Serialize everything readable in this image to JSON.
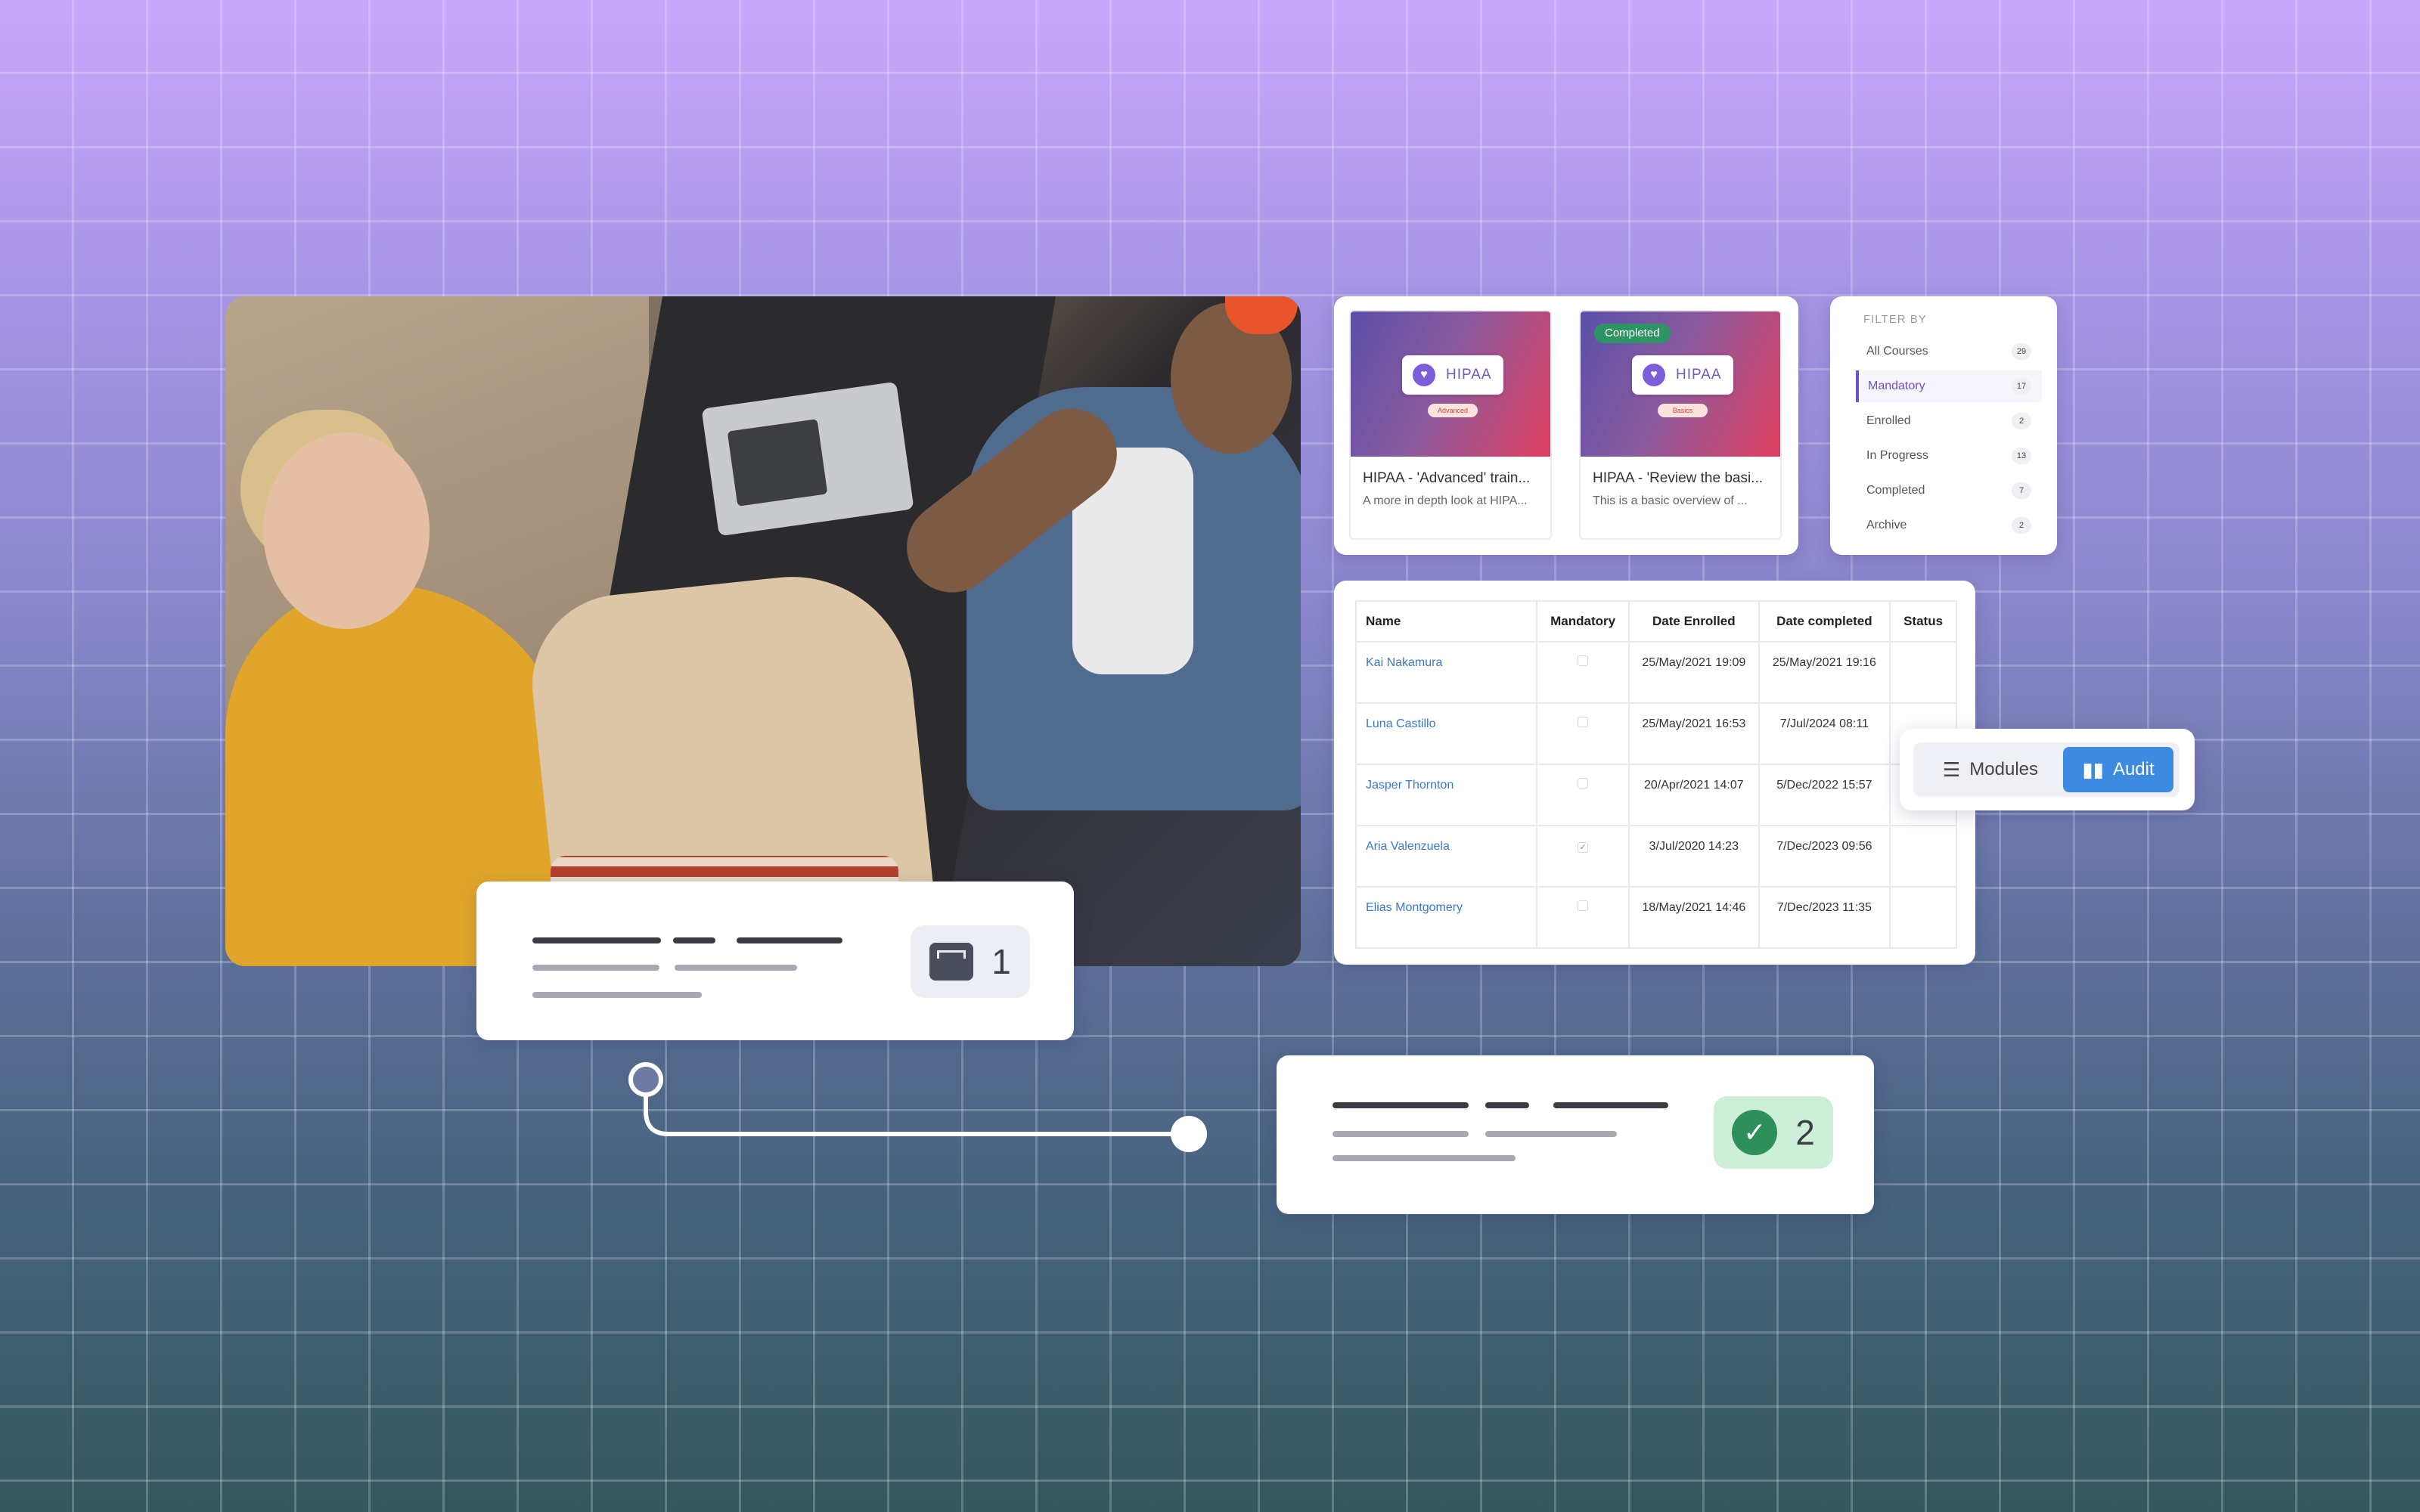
{
  "courses": [
    {
      "pill": "HIPAA",
      "level": "Advanced",
      "badge": "",
      "title": "HIPAA - 'Advanced' train...",
      "desc": "A more in depth look at HIPA..."
    },
    {
      "pill": "HIPAA",
      "level": "Basics",
      "badge": "Completed",
      "title": "HIPAA - 'Review the basi...",
      "desc": "This is a basic overview of ..."
    }
  ],
  "filter": {
    "heading": "FILTER BY",
    "items": [
      {
        "label": "All Courses",
        "count": "29"
      },
      {
        "label": "Mandatory",
        "count": "17"
      },
      {
        "label": "Enrolled",
        "count": "2"
      },
      {
        "label": "In Progress",
        "count": "13"
      },
      {
        "label": "Completed",
        "count": "7"
      },
      {
        "label": "Archive",
        "count": "2"
      }
    ]
  },
  "table": {
    "headers": {
      "name": "Name",
      "mandatory": "Mandatory",
      "enrolled": "Date Enrolled",
      "completed": "Date completed",
      "status": "Status"
    },
    "rows": [
      {
        "name": "Kai Nakamura",
        "mandatory": "",
        "enrolled": "25/May/2021 19:09",
        "completed": "25/May/2021 19:16",
        "status": ""
      },
      {
        "name": "Luna Castillo",
        "mandatory": "",
        "enrolled": "25/May/2021 16:53",
        "completed": "7/Jul/2024 08:11",
        "status": ""
      },
      {
        "name": "Jasper Thornton",
        "mandatory": "",
        "enrolled": "20/Apr/2021 14:07",
        "completed": "5/Dec/2022 15:57",
        "status": ""
      },
      {
        "name": "Aria Valenzuela",
        "mandatory": "✓",
        "enrolled": "3/Jul/2020 14:23",
        "completed": "7/Dec/2023 09:56",
        "status": ""
      },
      {
        "name": "Elias Montgomery",
        "mandatory": "",
        "enrolled": "18/May/2021 14:46",
        "completed": "7/Dec/2023 11:35",
        "status": ""
      }
    ]
  },
  "segment": {
    "modules": "Modules",
    "audit": "Audit"
  },
  "summary_cards": [
    {
      "count": "1",
      "icon": "inbox-tray-icon"
    },
    {
      "count": "2",
      "icon": "check-circle-icon"
    }
  ],
  "colors": {
    "accent": "#6d52c7",
    "audit_blue": "#3d8be0",
    "success": "#2f8f5b",
    "link": "#3a78c8"
  }
}
